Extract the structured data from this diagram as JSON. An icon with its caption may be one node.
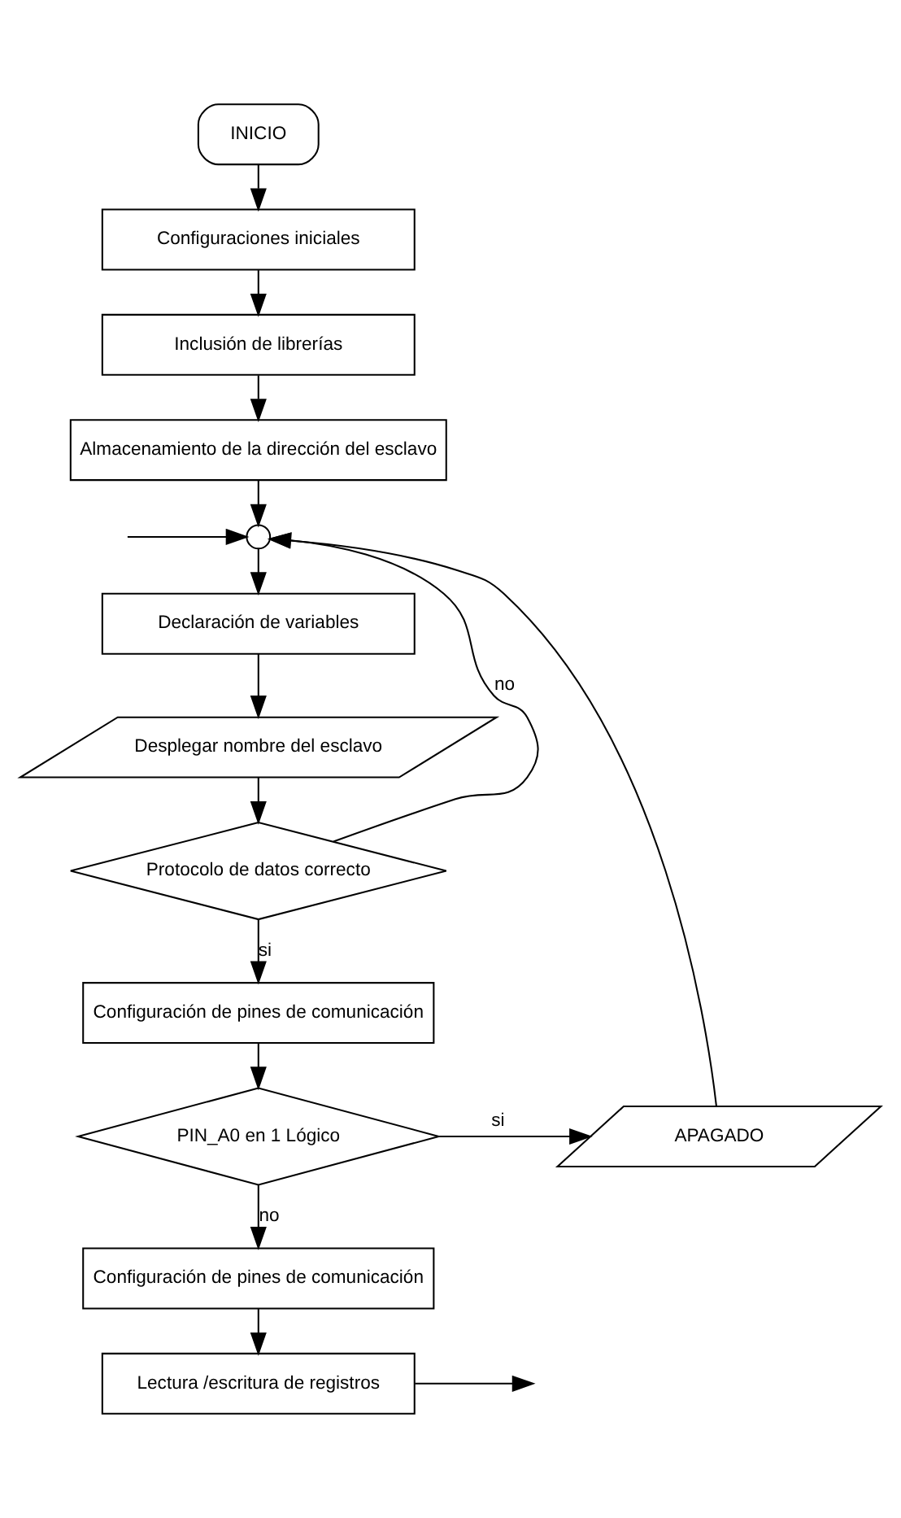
{
  "diagram": {
    "nodes": [
      {
        "text": [
          "INICIO"
        ]
      },
      {
        "text": [
          "Configuraciones iniciales"
        ]
      },
      {
        "text": [
          "Inclusión de librerías"
        ]
      },
      {
        "text": [
          "Almacenamiento de la dirección del esclavo"
        ]
      },
      {
        "text": [],
        "shape": "circle"
      },
      {
        "text": [
          "Declaración de variables"
        ]
      },
      {
        "text": [
          "Desplegar nombre del esclavo"
        ]
      },
      {
        "text": [
          "Protocolo de datos correcto"
        ]
      },
      {
        "text": [
          "Configuración de pines de comunicación"
        ]
      },
      {
        "text": [
          "PIN_A0 en 1 Lógico"
        ]
      },
      {
        "text": [
          "APAGADO"
        ]
      },
      {
        "text": [
          "Configuración de pines de comunicación"
        ]
      },
      {
        "text": [
          "Lectura /escritura de registros"
        ]
      }
    ],
    "edges": [
      {
        "from": 0,
        "to": 1,
        "arrow": "to"
      },
      {
        "from": 1,
        "to": 2,
        "arrow": "to"
      },
      {
        "from": 2,
        "to": 3,
        "arrow": "to"
      },
      {
        "from": 3,
        "to": 4,
        "arrow": "to"
      },
      {
        "from": 4,
        "to": 5,
        "arrow": "to"
      },
      {
        "from": 5,
        "to": 6,
        "arrow": "to"
      },
      {
        "from": 6,
        "to": 7,
        "arrow": "to"
      },
      {
        "from": 7,
        "to": 8,
        "arrow": "to",
        "label": "si"
      },
      {
        "from": 7,
        "to": 4,
        "arrow": "to",
        "label": "no"
      },
      {
        "from": 8,
        "to": 9,
        "arrow": "to"
      },
      {
        "from": 9,
        "to": 10,
        "arrow": "to",
        "label": "si"
      },
      {
        "from": 10,
        "to": 4,
        "arrow": "to"
      },
      {
        "from": 9,
        "to": 11,
        "arrow": "to",
        "label": "no"
      },
      {
        "from": 11,
        "to": 12,
        "arrow": "to"
      },
      {
        "from": 12,
        "to": null,
        "arrow": "to"
      },
      {
        "from": null,
        "to": 4,
        "arrow": "to"
      }
    ]
  }
}
